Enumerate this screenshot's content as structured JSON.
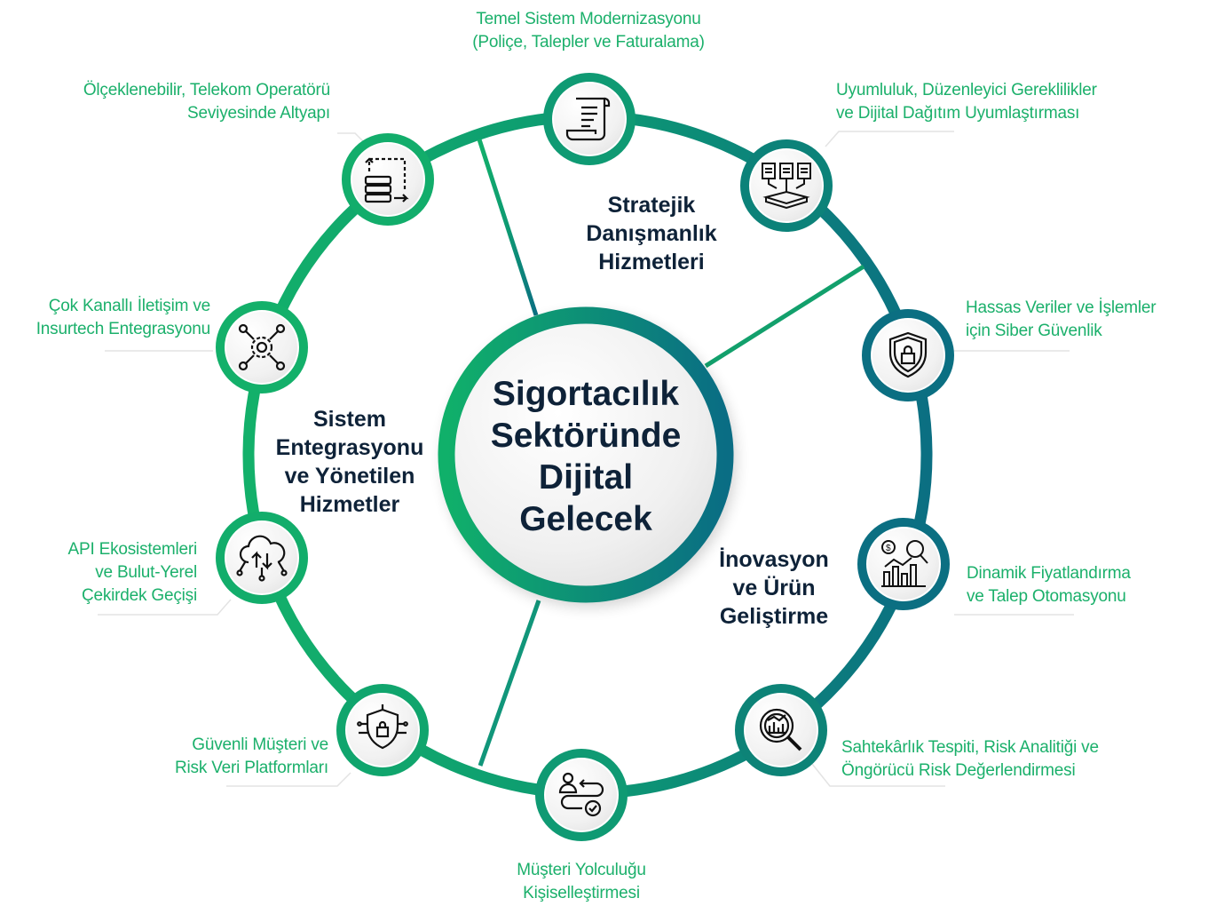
{
  "center": {
    "lines": [
      "Sigortacılık",
      "Sektöründe",
      "Dijital",
      "Gelecek"
    ]
  },
  "sections": [
    {
      "lines": [
        "Stratejik",
        "Danışmanlık",
        "Hizmetleri"
      ]
    },
    {
      "lines": [
        "Sistem",
        "Entegrasyonu",
        "ve Yönetilen",
        "Hizmetler"
      ]
    },
    {
      "lines": [
        "İnovasyon",
        "ve Ürün",
        "Geliştirme"
      ]
    }
  ],
  "nodes": [
    {
      "icon": "document-scroll-icon",
      "lines": [
        "Temel Sistem Modernizasyonu",
        "(Poliçe, Talepler ve Faturalama)"
      ]
    },
    {
      "icon": "documents-merge-icon",
      "lines": [
        "Uyumluluk, Düzenleyici Gereklilikler",
        "ve Dijital Dağıtım Uyumlaştırması"
      ]
    },
    {
      "icon": "shield-lock-icon",
      "lines": [
        "Hassas Veriler ve İşlemler",
        "için Siber Güvenlik"
      ]
    },
    {
      "icon": "pricing-chart-icon",
      "lines": [
        "Dinamik Fiyatlandırma",
        "ve Talep Otomasyonu"
      ]
    },
    {
      "icon": "analytics-magnifier-icon",
      "lines": [
        "Sahtekârlık Tespiti, Risk Analitiği ve",
        "Öngörücü Risk Değerlendirmesi"
      ]
    },
    {
      "icon": "customer-journey-icon",
      "lines": [
        "Müşteri Yolculuğu",
        "Kişiselleştirmesi"
      ]
    },
    {
      "icon": "secure-shield-circuit-icon",
      "lines": [
        "Güvenli Müşteri ve",
        "Risk Veri Platformları"
      ]
    },
    {
      "icon": "cloud-api-icon",
      "lines": [
        "API Ekosistemleri",
        "ve Bulut-Yerel",
        "Çekirdek Geçişi"
      ]
    },
    {
      "icon": "gear-network-icon",
      "lines": [
        "Çok Kanallı İletişim ve",
        "Insurtech Entegrasyonu"
      ]
    },
    {
      "icon": "server-migration-icon",
      "lines": [
        "Ölçeklenebilir, Telekom Operatörü",
        "Seviyesinde Altyapı"
      ]
    }
  ],
  "colors": {
    "green": "#13b06a",
    "teal": "#0b6f82",
    "text_dark": "#0e2238",
    "label_green": "#1bb06b"
  }
}
